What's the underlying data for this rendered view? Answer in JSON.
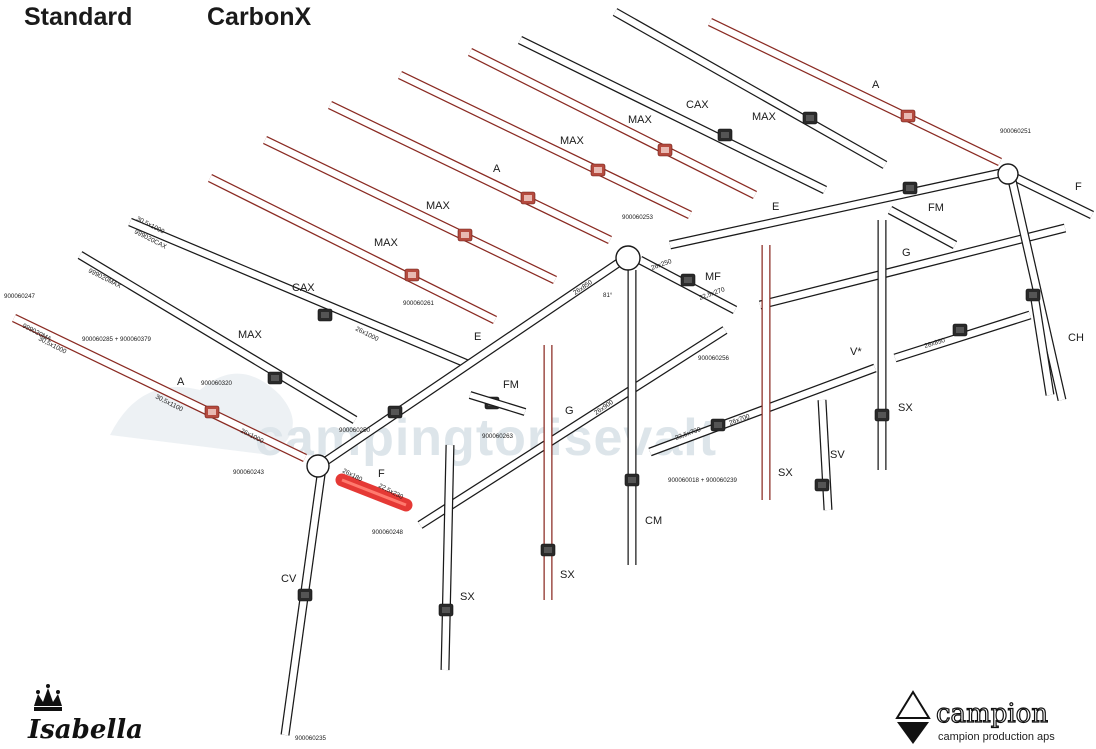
{
  "header": {
    "left_title": "Standard",
    "right_title": "CarbonX"
  },
  "colors": {
    "standard": "#1a1a1a",
    "carbonx": "#8a2a22",
    "highlight": "#e53935",
    "watermark": "#dde5ea"
  },
  "labels": {
    "A": "A",
    "CAX": "CAX",
    "MAX": "MAX",
    "E": "E",
    "F": "F",
    "FM": "FM",
    "G": "G",
    "MF": "MF",
    "CH": "CH",
    "V": "V*",
    "SX": "SX",
    "SV": "SV",
    "CM": "CM",
    "CV": "CV",
    "angle": "81°"
  },
  "part_numbers": {
    "p247": "900060247",
    "p285": "900060285 + 900060379",
    "p320": "900060320",
    "p243": "900060243",
    "p250": "900060250",
    "p261": "900060261",
    "p248": "900060248",
    "p263": "900060263",
    "p256": "900060256",
    "p253": "900060253",
    "p251": "900060251",
    "p018": "900060018 + 900060239",
    "p235": "900060235"
  },
  "dimensions": {
    "d30_5x1000": "30,5x1000",
    "d30_5x1100": "30,5x1100",
    "d30_5x1000b": "30,5x1000",
    "d26x1000": "26x1000",
    "d26x1000b": "26x1000",
    "d26x850": "26x850",
    "d26x180": "26x180",
    "d22_5x230": "22,5x230",
    "d26x250": "26x250",
    "d22_5x270": "22,5x270",
    "d26x700": "26x700",
    "d22_5x700": "22,5x700",
    "d28x850": "28x850",
    "d26x900": "26x900",
    "d999cax": "999020CAX",
    "d999max": "999020MAX",
    "d999ma": "999020MA"
  },
  "watermark": {
    "text": "campingtorisevalt"
  },
  "logos": {
    "isabella": "Isabella",
    "campion": "campion",
    "campion_sub": "campion production aps"
  }
}
